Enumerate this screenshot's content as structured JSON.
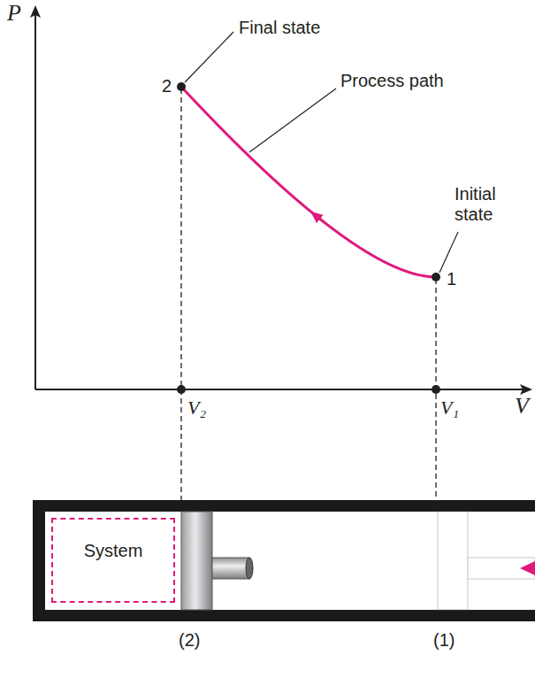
{
  "diagram": {
    "nodes": [
      {
        "text": [
          "System"
        ]
      }
    ],
    "labels": [
      "P",
      "V",
      "Final state",
      "Process path",
      "Initial state",
      "2",
      "1",
      "V₂",
      "V₁",
      "(2)",
      "(1)"
    ]
  }
}
